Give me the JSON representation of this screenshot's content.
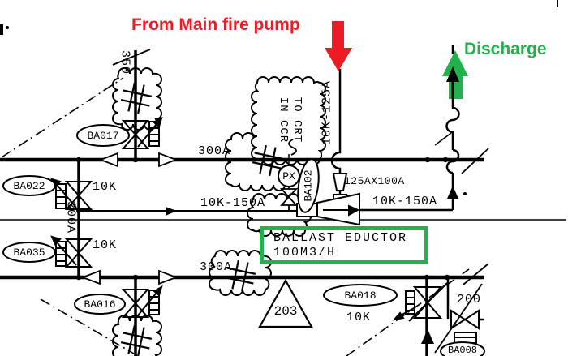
{
  "annotations": {
    "fire_pump": "From Main fire pump",
    "discharge": "Discharge",
    "colors": {
      "red": "#ed1c24",
      "green": "#22b14c"
    }
  },
  "eductor_box": {
    "line1": "BALLAST EDUCTOR",
    "line2": "100M3/H"
  },
  "note_cloud": {
    "line1": "TO CRT",
    "line2": "IN CCR"
  },
  "tags": {
    "ba017": "BA017",
    "ba022": "BA022",
    "ba035": "BA035",
    "ba016": "BA016",
    "ba018": "BA018",
    "ba008": "BA008",
    "ba102": "BA102",
    "px": "PX",
    "triangle": "203"
  },
  "pipe_labels": {
    "top_header": "300A",
    "bottom_header": "300A",
    "riser": "350",
    "cross": "300A",
    "suction": "10K-150A",
    "discharge_line": "10K-150A",
    "fire_main": "10K-125A",
    "reducer": "125AX100A",
    "branch": "200",
    "rating_ba022": "10K",
    "rating_ba035": "10K",
    "rating_ba018": "10K"
  }
}
